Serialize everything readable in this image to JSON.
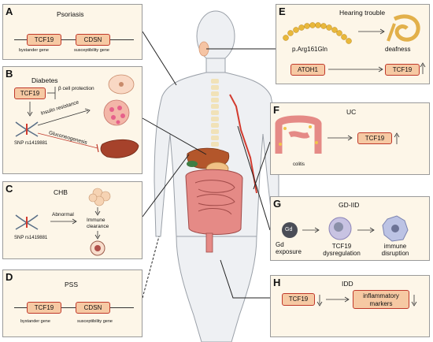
{
  "panels": {
    "A": {
      "letter": "A",
      "title": "Psoriasis",
      "gene1": "TCF19",
      "gene2": "CDSN",
      "sub1": "bystander gene",
      "sub2": "susceptibility gene"
    },
    "B": {
      "letter": "B",
      "title": "Diabetes",
      "gene": "TCF19",
      "beta": "β cell protection",
      "insulin": "Insulin resistance",
      "gluco": "Gluconeogenesis",
      "snp": "SNP rs1419881"
    },
    "C": {
      "letter": "C",
      "title": "CHB",
      "abnormal": "Abnormal",
      "immune": "Immune clearance",
      "snp": "SNP rs1419881"
    },
    "D": {
      "letter": "D",
      "title": "PSS",
      "gene1": "TCF19",
      "gene2": "CDSN",
      "sub1": "bystander gene",
      "sub2": "susceptibility gene"
    },
    "E": {
      "letter": "E",
      "title": "Hearing trouble",
      "variant": "p.Arg161Gln",
      "deafness": "deafness",
      "gene1": "ATOH1",
      "gene2": "TCF19"
    },
    "F": {
      "letter": "F",
      "title": "UC",
      "gene": "TCF19",
      "colitis": "colitis"
    },
    "G": {
      "letter": "G",
      "title": "GD-IID",
      "gd": "Gd",
      "exposure": "Gd exposure",
      "dys": "TCF19 dysregulation",
      "immune": "immune disruption"
    },
    "H": {
      "letter": "H",
      "title": "IDD",
      "gene": "TCF19",
      "markers": "inflammatory markers"
    }
  },
  "colors": {
    "panel_bg": "#fdf6e8",
    "gene_box": "#f6c9a3",
    "gene_border": "#c0392b",
    "body": "#eceff2",
    "intestine": "#e58a86"
  }
}
